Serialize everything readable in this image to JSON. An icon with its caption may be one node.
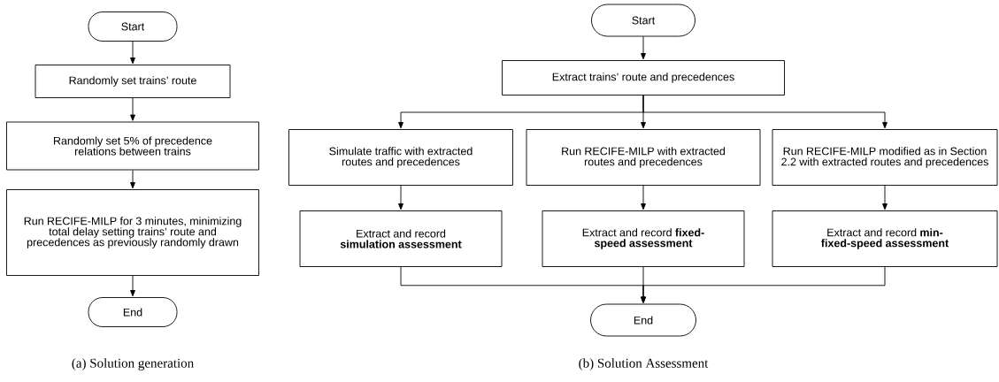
{
  "diagram": {
    "nodes": [
      {
        "text": [
          "Start"
        ]
      },
      {
        "text": [
          "Randomly set trains’ route"
        ]
      },
      {
        "text": [
          "Randomly set 5% of precedence relations between trains"
        ]
      },
      {
        "text": [
          "Run RECIFE-MILP for 3 minutes, minimizing total delay setting trains’ route and precedences as previously randomly drawn"
        ]
      },
      {
        "text": [
          "End"
        ]
      },
      {
        "text": [
          "Start"
        ]
      },
      {
        "text": [
          "Extract trains’ route and precedences"
        ]
      },
      {
        "text": [
          "Simulate traffic with extracted routes and precedences"
        ]
      },
      {
        "text": [
          "Run RECIFE-MILP with extracted routes and precedences"
        ]
      },
      {
        "text": [
          "Run RECIFE-MILP modified as in Section 2.2 with extracted routes and precedences"
        ]
      },
      {
        "text": [
          "Extract and record **simulation assessment**"
        ]
      },
      {
        "text": [
          "Extract and record **fixed-speed assessment**"
        ]
      },
      {
        "text": [
          "Extract and record **min-fixed-speed assessment**"
        ]
      },
      {
        "text": [
          "End"
        ]
      }
    ],
    "edges": [
      {
        "from": 0,
        "to": 1,
        "arrow": "to"
      },
      {
        "from": 1,
        "to": 2,
        "arrow": "to"
      },
      {
        "from": 2,
        "to": 3,
        "arrow": "to"
      },
      {
        "from": 3,
        "to": 4,
        "arrow": "to"
      },
      {
        "from": 5,
        "to": 6,
        "arrow": "to"
      },
      {
        "from": 6,
        "to": 7,
        "arrow": "to"
      },
      {
        "from": 6,
        "to": 8,
        "arrow": "to"
      },
      {
        "from": 6,
        "to": 9,
        "arrow": "to"
      },
      {
        "from": 7,
        "to": 10,
        "arrow": "to"
      },
      {
        "from": 8,
        "to": 11,
        "arrow": "to"
      },
      {
        "from": 9,
        "to": 12,
        "arrow": "to"
      },
      {
        "from": 10,
        "to": 13,
        "arrow": "to"
      },
      {
        "from": 11,
        "to": 13,
        "arrow": "to"
      },
      {
        "from": 12,
        "to": 13,
        "arrow": "to"
      }
    ],
    "labels": [
      "(a) Solution generation",
      "(b) Solution Assessment"
    ]
  }
}
